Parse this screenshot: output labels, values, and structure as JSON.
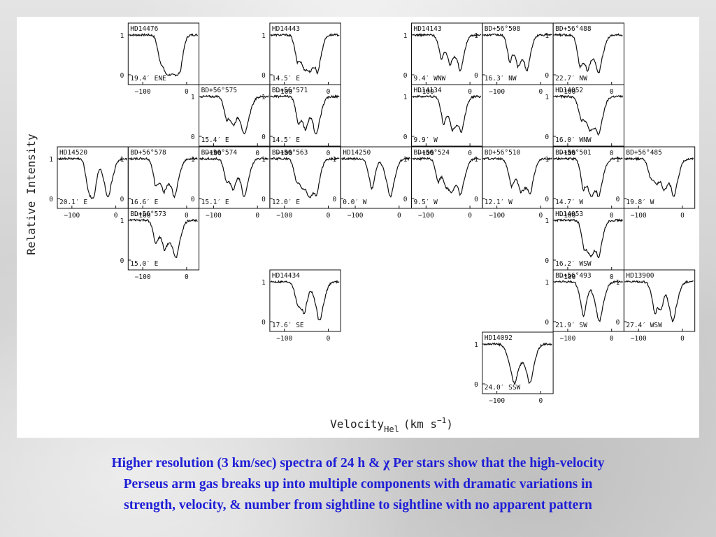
{
  "figure": {
    "y_label": "Relative Intensity",
    "x_label_main": "Velocity",
    "x_label_sub": "Hel",
    "x_label_unit_pre": "(km s",
    "x_label_unit_exp": "−1",
    "x_label_unit_post": ")",
    "y_ticks": [
      "1",
      "0"
    ],
    "x_ticks": [
      "−100",
      "0"
    ],
    "panels": [
      {
        "star": "HD14476",
        "dist": "19.4′ ENE",
        "row": 0,
        "col": 1,
        "comps": [
          [
            -60,
            0.65,
            5
          ],
          [
            -48,
            0.75,
            5
          ],
          [
            -38,
            0.8,
            5
          ],
          [
            -28,
            0.7,
            5
          ],
          [
            -16,
            0.95,
            6
          ]
        ]
      },
      {
        "star": "HD14443",
        "dist": "14.5′ E",
        "row": 0,
        "col": 3,
        "comps": [
          [
            -70,
            0.7,
            5
          ],
          [
            -55,
            0.85,
            5
          ],
          [
            -42,
            0.8,
            5
          ],
          [
            -25,
            0.95,
            7
          ]
        ]
      },
      {
        "star": "HD14143",
        "dist": "9.4′ WNW",
        "row": 0,
        "col": 5,
        "comps": [
          [
            -65,
            0.6,
            5
          ],
          [
            -45,
            0.75,
            6
          ],
          [
            -22,
            0.9,
            7
          ]
        ]
      },
      {
        "star": "BD+56°508",
        "dist": "16.3′ NW",
        "row": 0,
        "col": 6,
        "comps": [
          [
            -70,
            0.7,
            5
          ],
          [
            -52,
            0.8,
            5
          ],
          [
            -32,
            0.9,
            7
          ]
        ]
      },
      {
        "star": "BD+56°488",
        "dist": "22.7′ NW",
        "row": 0,
        "col": 7,
        "comps": [
          [
            -72,
            0.8,
            5
          ],
          [
            -55,
            0.9,
            6
          ],
          [
            -30,
            0.95,
            8
          ]
        ]
      },
      {
        "star": "BD+56°575",
        "dist": "15.4′ E",
        "row": 1,
        "col": 2,
        "comps": [
          [
            -70,
            0.6,
            5
          ],
          [
            -55,
            0.7,
            5
          ],
          [
            -30,
            0.95,
            9
          ]
        ]
      },
      {
        "star": "BD+56°571",
        "dist": "14.5′ E",
        "row": 1,
        "col": 3,
        "comps": [
          [
            -68,
            0.7,
            5
          ],
          [
            -52,
            0.85,
            5
          ],
          [
            -28,
            0.95,
            8
          ]
        ]
      },
      {
        "star": "HD14134",
        "dist": "9.9′ W",
        "row": 1,
        "col": 5,
        "comps": [
          [
            -60,
            0.7,
            5
          ],
          [
            -40,
            0.85,
            6
          ],
          [
            -20,
            0.9,
            7
          ]
        ]
      },
      {
        "star": "HD14052",
        "dist": "16.0′ WNW",
        "row": 1,
        "col": 7,
        "comps": [
          [
            -68,
            0.6,
            6
          ],
          [
            -50,
            0.8,
            6
          ],
          [
            -30,
            0.95,
            8
          ]
        ]
      },
      {
        "star": "HD14520",
        "dist": "20.1′ E",
        "row": 2,
        "col": 0,
        "comps": [
          [
            -62,
            0.8,
            5
          ],
          [
            -50,
            0.95,
            5
          ],
          [
            -18,
            0.98,
            8
          ]
        ]
      },
      {
        "star": "BD+56°578",
        "dist": "16.6′ E",
        "row": 2,
        "col": 1,
        "comps": [
          [
            -70,
            0.7,
            5
          ],
          [
            -52,
            0.85,
            6
          ],
          [
            -28,
            0.95,
            8
          ]
        ]
      },
      {
        "star": "BD+56°574",
        "dist": "15.1′ E",
        "row": 2,
        "col": 2,
        "comps": [
          [
            -70,
            0.6,
            5
          ],
          [
            -55,
            0.8,
            5
          ],
          [
            -30,
            0.95,
            8
          ]
        ]
      },
      {
        "star": "BD+56°563",
        "dist": "12.0′ E",
        "row": 2,
        "col": 3,
        "comps": [
          [
            -72,
            0.6,
            5
          ],
          [
            -58,
            0.75,
            5
          ],
          [
            -44,
            0.85,
            5
          ],
          [
            -28,
            0.95,
            7
          ]
        ]
      },
      {
        "star": "HD14250",
        "dist": "0.0′ W",
        "row": 2,
        "col": 4,
        "comps": [
          [
            -62,
            0.75,
            6
          ],
          [
            -20,
            0.95,
            8
          ]
        ]
      },
      {
        "star": "BD+56°524",
        "dist": "9.5′ W",
        "row": 2,
        "col": 5,
        "comps": [
          [
            -72,
            0.6,
            5
          ],
          [
            -55,
            0.7,
            5
          ],
          [
            -42,
            0.75,
            5
          ],
          [
            -22,
            0.9,
            8
          ]
        ]
      },
      {
        "star": "BD+56°510",
        "dist": "12.1′ W",
        "row": 2,
        "col": 6,
        "comps": [
          [
            -66,
            0.7,
            6
          ],
          [
            -45,
            0.85,
            6
          ],
          [
            -25,
            0.9,
            7
          ]
        ]
      },
      {
        "star": "BD+56°501",
        "dist": "14.7′ W",
        "row": 2,
        "col": 7,
        "comps": [
          [
            -64,
            0.8,
            5
          ],
          [
            -48,
            0.85,
            5
          ],
          [
            -30,
            0.95,
            8
          ]
        ]
      },
      {
        "star": "BD+56°485",
        "dist": "19.8′ W",
        "row": 2,
        "col": 8,
        "comps": [
          [
            -72,
            0.5,
            5
          ],
          [
            -58,
            0.65,
            5
          ],
          [
            -42,
            0.8,
            5
          ],
          [
            -20,
            0.95,
            8
          ]
        ]
      },
      {
        "star": "BD+56°573",
        "dist": "15.0′ E",
        "row": 3,
        "col": 1,
        "comps": [
          [
            -70,
            0.6,
            5
          ],
          [
            -50,
            0.75,
            6
          ],
          [
            -25,
            0.95,
            8
          ]
        ]
      },
      {
        "star": "HD14053",
        "dist": "16.2′ WSW",
        "row": 3,
        "col": 7,
        "comps": [
          [
            -62,
            0.75,
            5
          ],
          [
            -48,
            0.85,
            5
          ],
          [
            -30,
            0.95,
            7
          ]
        ]
      },
      {
        "star": "HD14434",
        "dist": "17.6′ SE",
        "row": 4,
        "col": 3,
        "comps": [
          [
            -70,
            0.55,
            5
          ],
          [
            -55,
            0.8,
            6
          ],
          [
            -20,
            0.98,
            8
          ]
        ]
      },
      {
        "star": "BD+56°493",
        "dist": "21.9′ SW",
        "row": 4,
        "col": 7,
        "comps": [
          [
            -64,
            0.85,
            6
          ],
          [
            -28,
            0.98,
            8
          ]
        ]
      },
      {
        "star": "HD13900",
        "dist": "27.4′ WSW",
        "row": 4,
        "col": 8,
        "comps": [
          [
            -62,
            0.8,
            6
          ],
          [
            -48,
            0.6,
            4
          ],
          [
            -22,
            0.98,
            8
          ]
        ]
      },
      {
        "star": "HD14092",
        "dist": "24.0′ SSW",
        "row": 5,
        "col": 6,
        "comps": [
          [
            -60,
            0.98,
            9
          ],
          [
            -25,
            0.98,
            8
          ]
        ]
      }
    ]
  },
  "caption": {
    "line1": "Higher resolution (3 km/sec) spectra of 24 h & χ Per stars show that the high-velocity",
    "line2": "Perseus arm gas breaks up into multiple components with dramatic variations in",
    "line3": "strength, velocity, & number from sightline to sightline with no apparent pattern"
  }
}
